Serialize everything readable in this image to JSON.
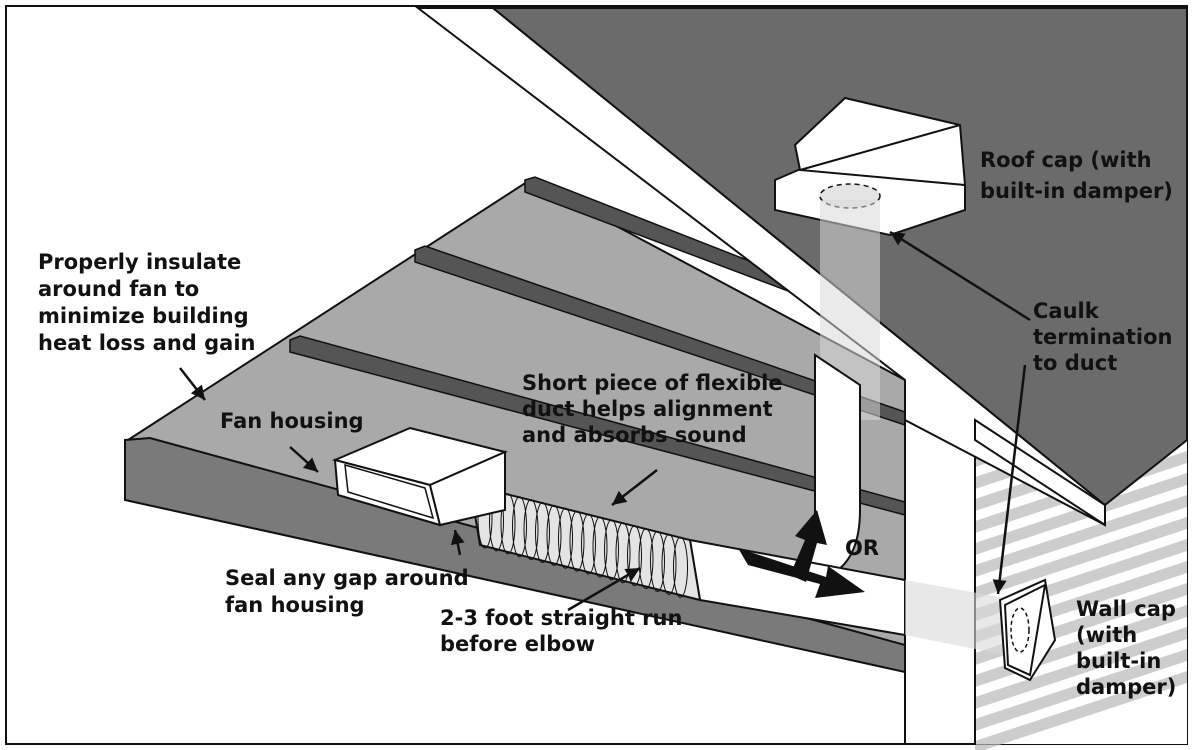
{
  "colors": {
    "roof": "#6b6b6b",
    "ceiling": "#a9a9a9",
    "joist_top": "#555555",
    "joist_face": "#7a7a7a",
    "outline": "#111111",
    "white": "#ffffff",
    "duct_shade": "#e4e4e4",
    "ghost_duct": "#d9d9d9"
  },
  "labels": {
    "roof_cap": [
      "Roof cap (with",
      "built-in damper)"
    ],
    "insulate": [
      "Properly insulate",
      "around fan to",
      "minimize building",
      "heat loss and gain"
    ],
    "caulk": [
      "Caulk",
      "termination",
      "to duct"
    ],
    "flex_duct": [
      "Short piece of flexible",
      "duct helps alignment",
      "and absorbs sound"
    ],
    "fan_housing": [
      "Fan housing"
    ],
    "or": [
      "OR"
    ],
    "seal_gap": [
      "Seal any gap around",
      "fan housing"
    ],
    "straight_run": [
      "2-3 foot straight run",
      "before elbow"
    ],
    "wall_cap": [
      "Wall cap",
      "(with",
      "built-in",
      "damper)"
    ]
  }
}
